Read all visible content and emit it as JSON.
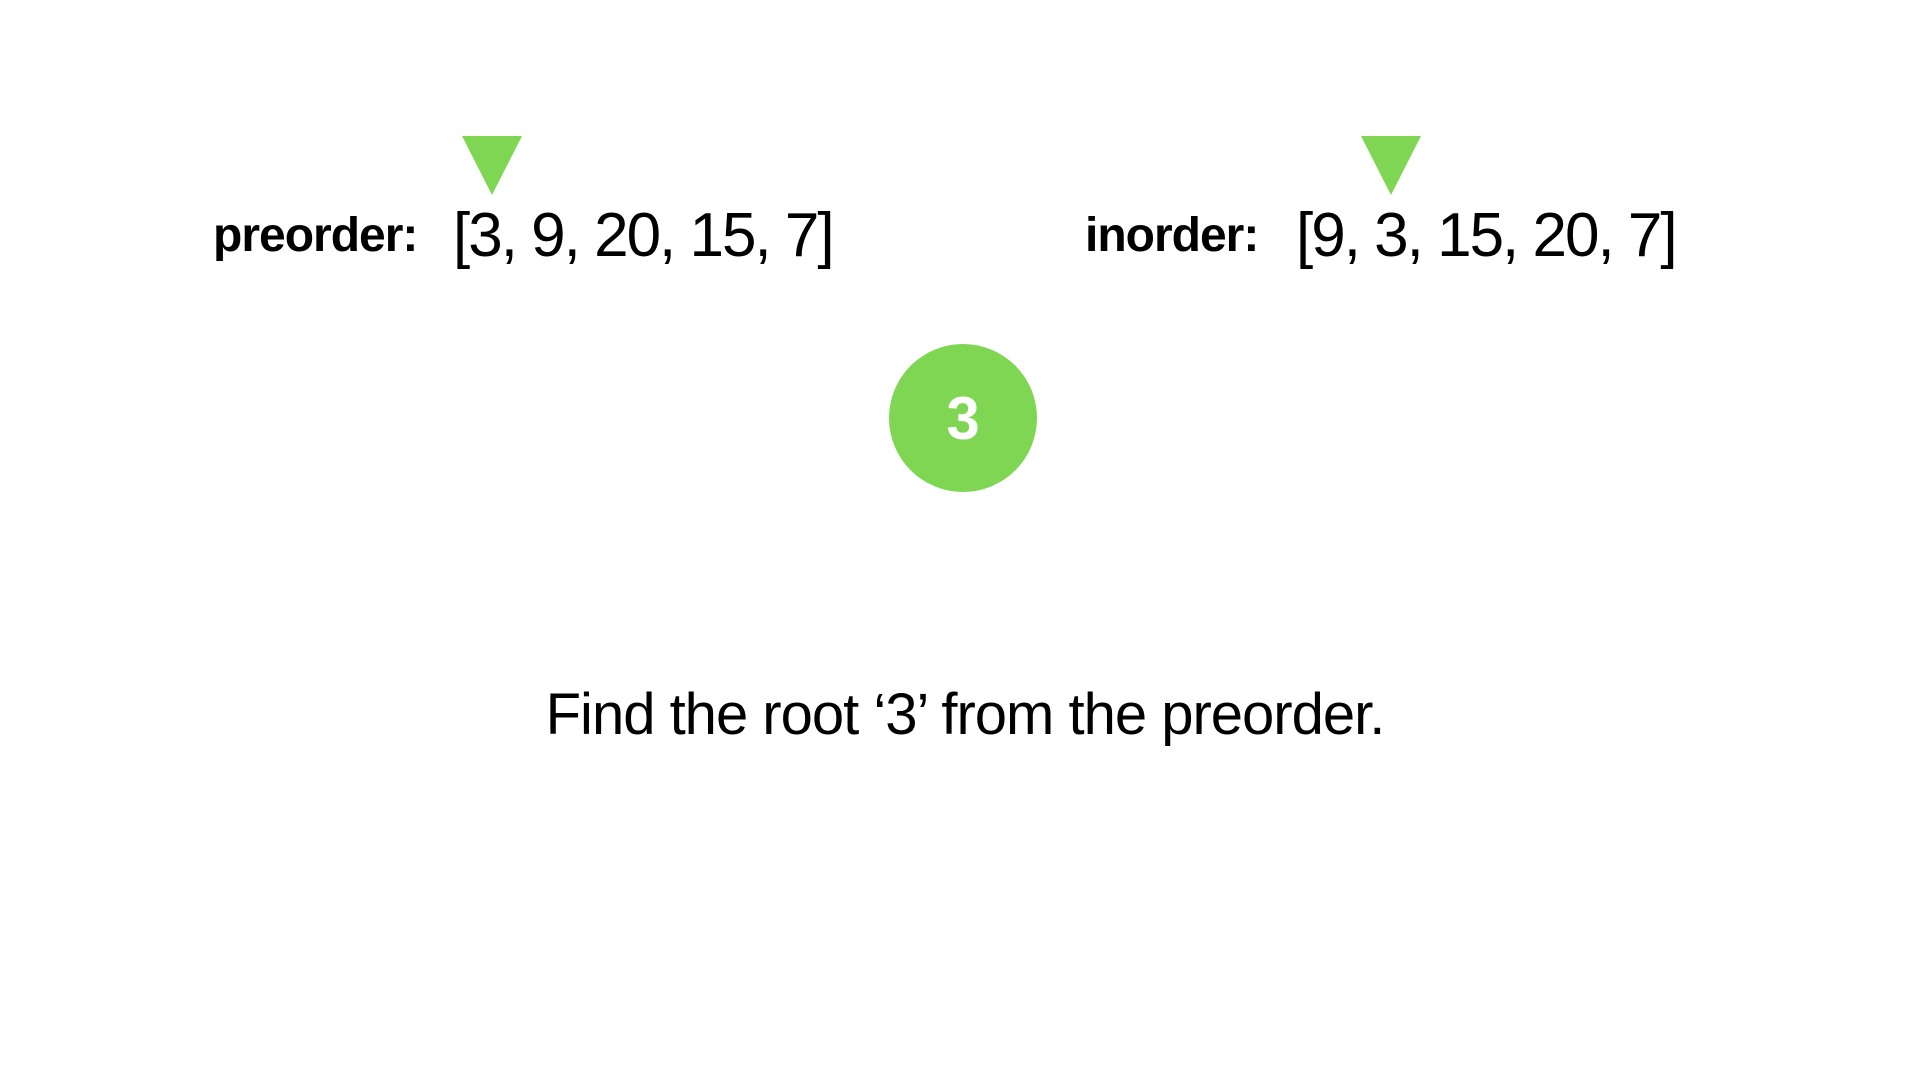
{
  "preorder": {
    "label": "preorder:",
    "values": "[3, 9, 20, 15, 7]"
  },
  "inorder": {
    "label": "inorder:",
    "values": "[9, 3, 15, 20, 7]"
  },
  "root_node": {
    "value": "3"
  },
  "caption": "Find the root ‘3’ from the preorder.",
  "colors": {
    "accent": "#7fd653",
    "node_text": "#ffffff",
    "text": "#000000",
    "background": "#ffffff"
  }
}
